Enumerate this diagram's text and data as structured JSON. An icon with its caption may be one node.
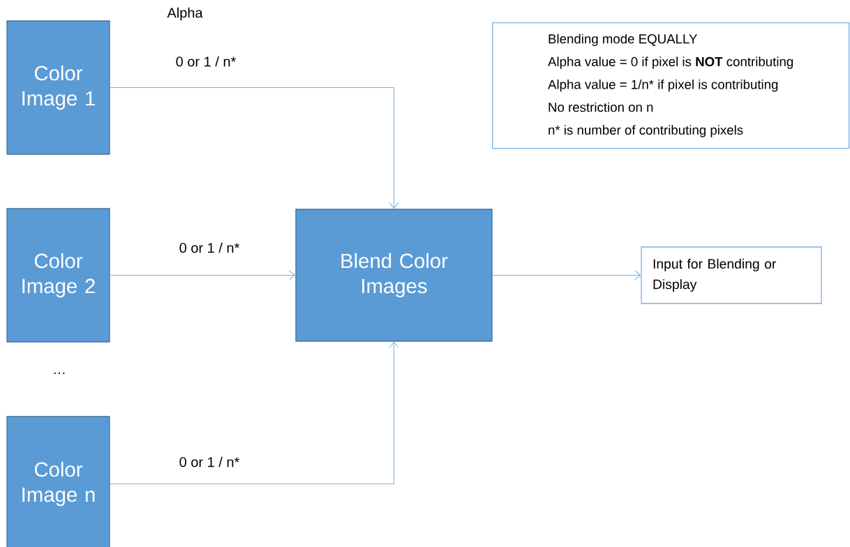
{
  "diagram": {
    "nodes": [
      {
        "text": [
          "Color Image 1"
        ]
      },
      {
        "text": [
          "Color Image 2"
        ]
      },
      {
        "text": [
          "Color Image n"
        ]
      },
      {
        "text": [
          "Blend Color Images"
        ]
      },
      {
        "text": [
          "Input for Blending or Display"
        ]
      },
      {
        "text": [
          "Blending mode EQUALLY",
          "Alpha value = 0 if pixel is **NOT** contributing",
          "Alpha value = 1/n*  if pixel is contributing",
          "No restriction on n",
          "n* is number of contributing pixels"
        ]
      }
    ],
    "edges": [
      {
        "from": 0,
        "to": 3,
        "arrow": "to",
        "label": "0 or 1 / n*"
      },
      {
        "from": 1,
        "to": 3,
        "arrow": "to",
        "label": "0 or 1 / n*"
      },
      {
        "from": 2,
        "to": 3,
        "arrow": "to",
        "label": "0 or 1 / n*"
      },
      {
        "from": 3,
        "to": 4,
        "arrow": "to"
      }
    ],
    "labels": [
      "Alpha",
      "…"
    ]
  }
}
